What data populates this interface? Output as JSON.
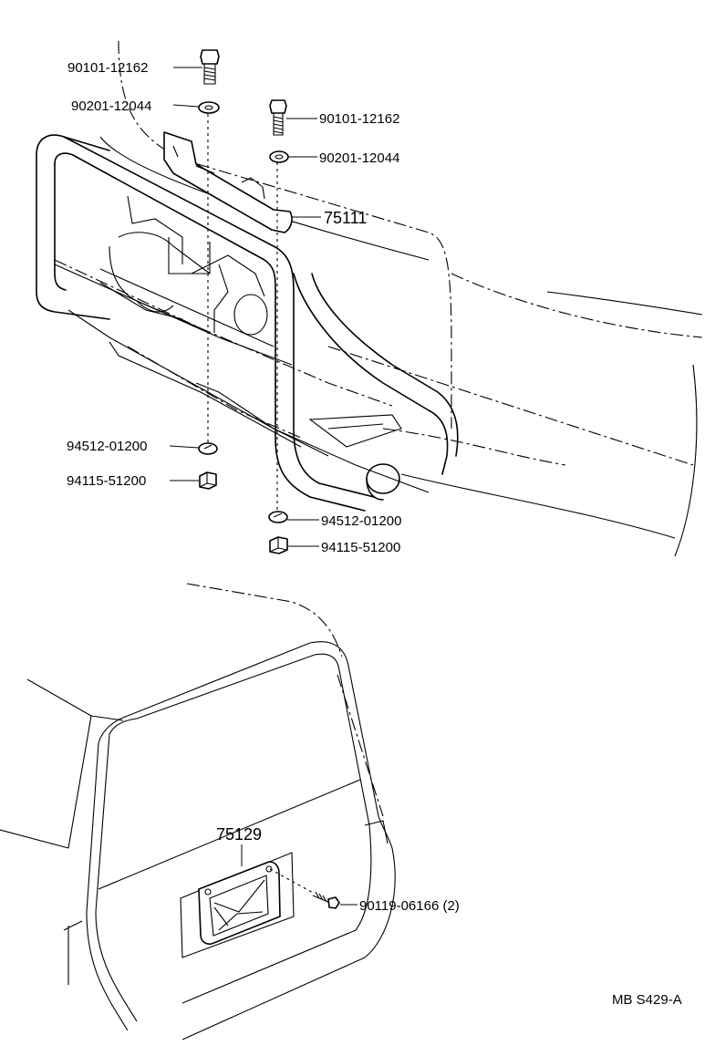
{
  "diagram": {
    "labels": {
      "bolt_top_left": "90101-12162",
      "washer_top_left": "90201-12044",
      "bolt_top_right": "90101-12162",
      "washer_top_right": "90201-12044",
      "bracket": "75111",
      "lock_washer_left": "94512-01200",
      "nut_left": "94115-51200",
      "lock_washer_right": "94512-01200",
      "nut_right": "94115-51200",
      "plate_bracket": "75129",
      "plate_screw": "90119-06166 (2)"
    },
    "reference": "MB S429-A"
  }
}
